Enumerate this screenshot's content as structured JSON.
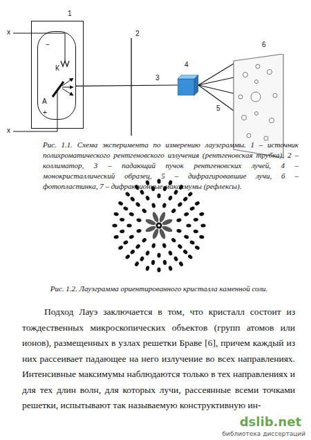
{
  "diagram": {
    "caption": "Рис. 1.1. Схема эксперимента по измерению лауэграммы. 1 – источник полихроматического рентгеновского излучения (рентгеновская трубка), 2 – коллиматор, 3 – падающий пучок рентгеновских лучей, 4 – монокристаллический образец, 5 – дифрагировавшие лучи, 6 – фотопластинка, 7 – дифракционные максимумы (рефлексы).",
    "nodes": [
      {
        "text": [
          "1"
        ]
      },
      {
        "text": [
          "К",
          "А"
        ],
        "in": 0
      },
      {
        "text": [
          "4"
        ]
      },
      {
        "text": [
          "6"
        ]
      }
    ],
    "edges": [
      {
        "from": 1,
        "to": 2,
        "arrow": "none",
        "label": "3"
      },
      {
        "from": 2,
        "to": 3,
        "arrow": "none"
      },
      {
        "from": 2,
        "to": 3,
        "arrow": "none"
      },
      {
        "from": 2,
        "to": 3,
        "arrow": "none"
      },
      {
        "from": 2,
        "to": 3,
        "arrow": "none",
        "label": "5"
      }
    ],
    "labels": [
      "x",
      "x",
      "−",
      "+",
      "2",
      "Рис. 1.2. Лауэграмма ориентированного кристалла каменной соли.",
      "Подход Лауэ заключается в том, что кристалл состоит из тождественных микроскопических объектов (групп атомов или ионов), размещенных в узлах решетки Браве [6], причем каждый из них рассеивает падающее на него излучение во всех направлениях. Интенсивные максимумы наблюдаются только в тех направлениях и для тех длин волн, для которых лучи, рассеянные всеми точками решетки, испытывают так называемую конструктивную ин-",
      "dslib.net",
      "библиотека диссертаций"
    ]
  }
}
